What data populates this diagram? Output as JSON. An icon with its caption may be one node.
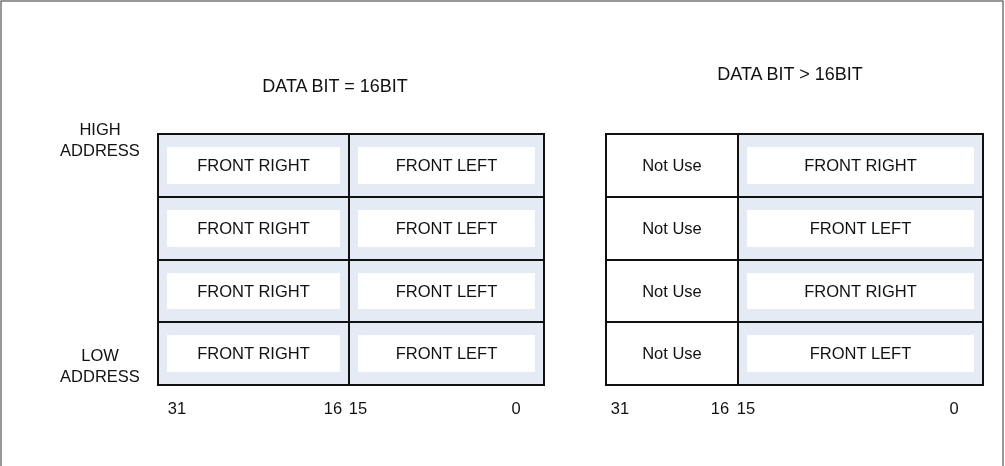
{
  "diagram": {
    "nodes": [
      {
        "text": [
          "FRONT RIGHT"
        ]
      },
      {
        "text": [
          "FRONT LEFT"
        ]
      },
      {
        "text": [
          "FRONT RIGHT"
        ]
      },
      {
        "text": [
          "FRONT LEFT"
        ]
      },
      {
        "text": [
          "FRONT RIGHT"
        ]
      },
      {
        "text": [
          "FRONT LEFT"
        ]
      },
      {
        "text": [
          "FRONT RIGHT"
        ]
      },
      {
        "text": [
          "FRONT LEFT"
        ]
      },
      {
        "text": [
          "Not Use"
        ]
      },
      {
        "text": [
          "FRONT RIGHT"
        ]
      },
      {
        "text": [
          "Not Use"
        ]
      },
      {
        "text": [
          "FRONT LEFT"
        ]
      },
      {
        "text": [
          "Not Use"
        ]
      },
      {
        "text": [
          "FRONT RIGHT"
        ]
      },
      {
        "text": [
          "Not Use"
        ]
      },
      {
        "text": [
          "FRONT LEFT"
        ]
      }
    ],
    "labels": [
      "DATA BIT = 16BIT",
      "DATA BIT > 16BIT",
      "HIGH ADDRESS",
      "LOW ADDRESS",
      "31",
      "16",
      "15",
      "0",
      "31",
      "16",
      "15",
      "0"
    ]
  }
}
